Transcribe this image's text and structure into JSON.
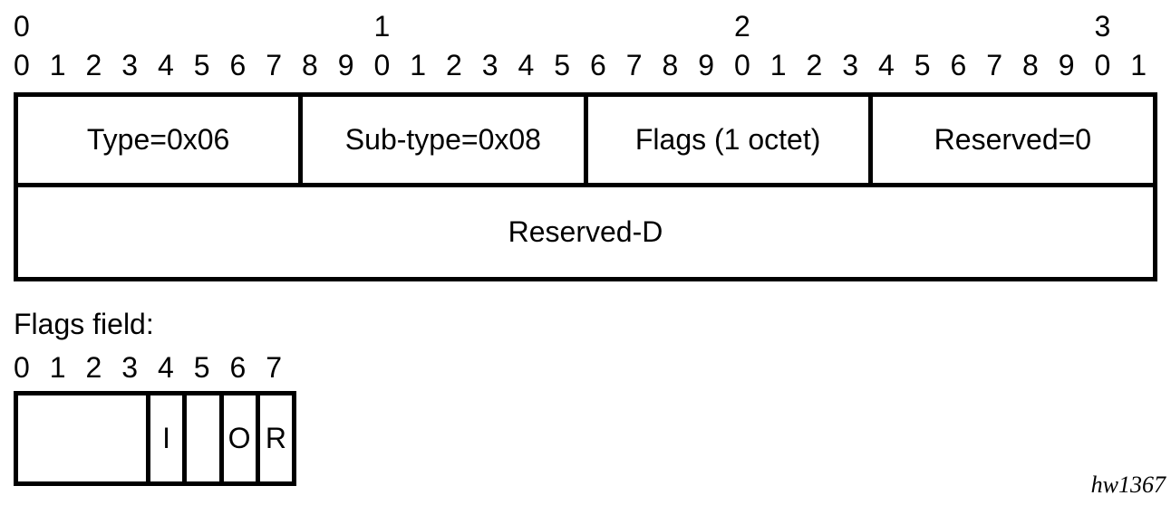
{
  "colors": {
    "ink": "#000000",
    "paper": "#ffffff"
  },
  "bit_ruler": {
    "tens_labels": [
      {
        "label": "0",
        "bit": 0
      },
      {
        "label": "1",
        "bit": 10
      },
      {
        "label": "2",
        "bit": 20
      },
      {
        "label": "3",
        "bit": 30
      }
    ],
    "bit_labels": [
      "0",
      "1",
      "2",
      "3",
      "4",
      "5",
      "6",
      "7",
      "8",
      "9",
      "0",
      "1",
      "2",
      "3",
      "4",
      "5",
      "6",
      "7",
      "8",
      "9",
      "0",
      "1",
      "2",
      "3",
      "4",
      "5",
      "6",
      "7",
      "8",
      "9",
      "0",
      "1"
    ]
  },
  "packet": {
    "row1_fields": [
      {
        "label": "Type=0x06",
        "bits": 8
      },
      {
        "label": "Sub-type=0x08",
        "bits": 8
      },
      {
        "label": "Flags (1 octet)",
        "bits": 8
      },
      {
        "label": "Reserved=0",
        "bits": 8
      }
    ],
    "row2_fields": [
      {
        "label": "Reserved-D",
        "bits": 32
      }
    ]
  },
  "flags_detail": {
    "heading": "Flags field:",
    "bit_labels": [
      "0",
      "1",
      "2",
      "3",
      "4",
      "5",
      "6",
      "7"
    ],
    "fields": [
      {
        "label": "",
        "bits": 4
      },
      {
        "label": "I",
        "bits": 1
      },
      {
        "label": "",
        "bits": 1
      },
      {
        "label": "O",
        "bits": 1
      },
      {
        "label": "R",
        "bits": 1
      }
    ]
  },
  "figure_id": "hw1367"
}
